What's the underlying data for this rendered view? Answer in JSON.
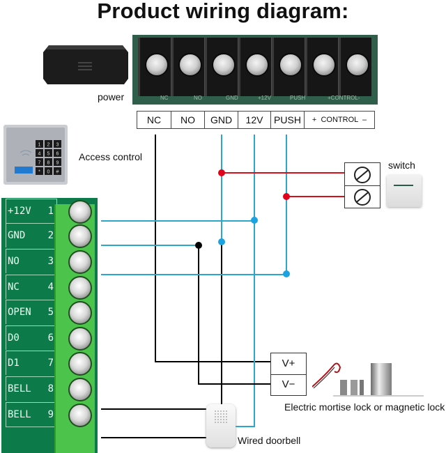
{
  "title": "Product wiring diagram:",
  "power": {
    "label": "power"
  },
  "controller": {
    "silkscreen": [
      "NC",
      "NO",
      "GND",
      "+12V",
      "PUSH",
      "+CONTROL-"
    ],
    "terminals": [
      {
        "label": "NC"
      },
      {
        "label": "NO"
      },
      {
        "label": "GND"
      },
      {
        "label": "12V"
      },
      {
        "label": "PUSH"
      },
      {
        "label": "+  CONTROL  –"
      }
    ]
  },
  "access_control": {
    "label": "Access control",
    "keypad_keys": [
      "1",
      "2",
      "3",
      "4",
      "5",
      "6",
      "7",
      "8",
      "9",
      "*",
      "0",
      "#"
    ],
    "terminals": [
      {
        "name": "+12V",
        "num": "1"
      },
      {
        "name": "GND",
        "num": "2"
      },
      {
        "name": "NO",
        "num": "3"
      },
      {
        "name": "NC",
        "num": "4"
      },
      {
        "name": "OPEN",
        "num": "5"
      },
      {
        "name": "D0",
        "num": "6"
      },
      {
        "name": "D1",
        "num": "7"
      },
      {
        "name": "BELL",
        "num": "8"
      },
      {
        "name": "BELL",
        "num": "9"
      }
    ]
  },
  "switch": {
    "label": "switch"
  },
  "lock": {
    "label": "Electric mortise lock or magnetic lock",
    "terminals": [
      "V+",
      "V−"
    ]
  },
  "doorbell": {
    "label": "Wired doorbell"
  },
  "colors": {
    "wire_cyan": "#2aa7c9",
    "wire_red": "#d4111a",
    "wire_black": "#000000",
    "junction_cyan": "#1aa3e0",
    "junction_red": "#e0001a",
    "terminal_green": "#0d7a4a",
    "block_green": "#4cc44c"
  },
  "connections": [
    {
      "from": "Controller NC",
      "to": "Lock V+"
    },
    {
      "from": "Controller NO",
      "to": "none"
    },
    {
      "from": "Controller GND",
      "to": "Switch terminal 1 / Access control GND"
    },
    {
      "from": "Controller 12V",
      "to": "Access control +12V / Doorbell"
    },
    {
      "from": "Controller PUSH",
      "to": "Switch terminal 2 / Access control NO"
    },
    {
      "from": "Access control GND",
      "to": "Lock V−"
    },
    {
      "from": "Access control BELL 8",
      "to": "Doorbell"
    },
    {
      "from": "Access control BELL 9",
      "to": "Doorbell"
    }
  ]
}
